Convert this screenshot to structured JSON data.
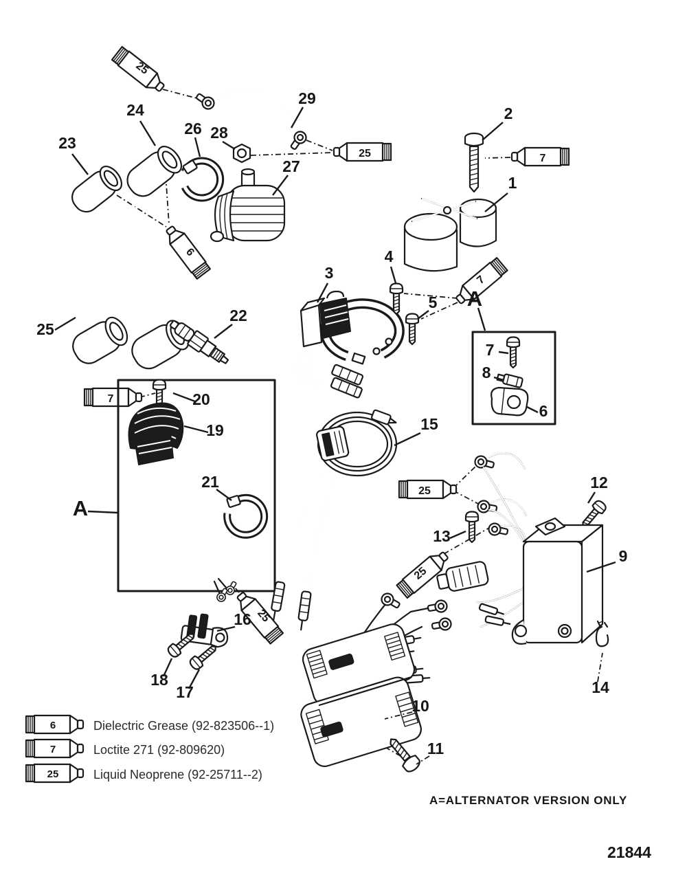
{
  "diagram": {
    "drawing_number": "21844",
    "footer_note": "A=ALTERNATOR VERSION ONLY",
    "section_markers": {
      "left": "A",
      "right": "A"
    },
    "callouts": {
      "1": "1",
      "2": "2",
      "3": "3",
      "4": "4",
      "5": "5",
      "6": "6",
      "7": "7",
      "8": "8",
      "9": "9",
      "10": "10",
      "11": "11",
      "12": "12",
      "13": "13",
      "14": "14",
      "15": "15",
      "16": "16",
      "17": "17",
      "18": "18",
      "19": "19",
      "20": "20",
      "21": "21",
      "22": "22",
      "23": "23",
      "24": "24",
      "25": "25",
      "26": "26",
      "27": "27",
      "28": "28",
      "29": "29"
    },
    "tube_labels": {
      "top_left": "25",
      "top_mid": "25",
      "top_right": "7",
      "loctite_diag": "7",
      "grease_boots": "6",
      "left_box": "7",
      "mid": "25",
      "mid_diag": "25",
      "switch": "25"
    },
    "legend": {
      "items": [
        {
          "code": "6",
          "label": "Dielectric Grease (92-823506--1)"
        },
        {
          "code": "7",
          "label": "Loctite 271 (92-809620)"
        },
        {
          "code": "25",
          "label": "Liquid Neoprene (92-25711--2)"
        }
      ]
    }
  }
}
